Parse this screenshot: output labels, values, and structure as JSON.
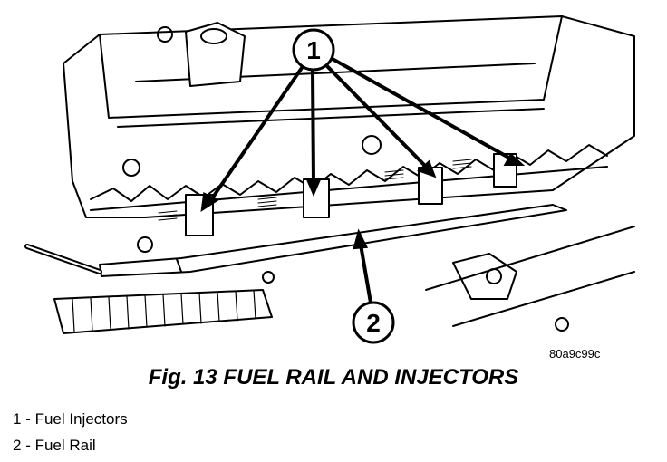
{
  "figure": {
    "code": "80a9c99c",
    "caption": "Fig. 13 FUEL RAIL AND INJECTORS",
    "callouts": [
      "1",
      "2"
    ]
  },
  "legend": [
    {
      "number": "1",
      "separator": " - ",
      "label": "Fuel Injectors"
    },
    {
      "number": "2",
      "separator": " - ",
      "label": "Fuel Rail"
    }
  ]
}
